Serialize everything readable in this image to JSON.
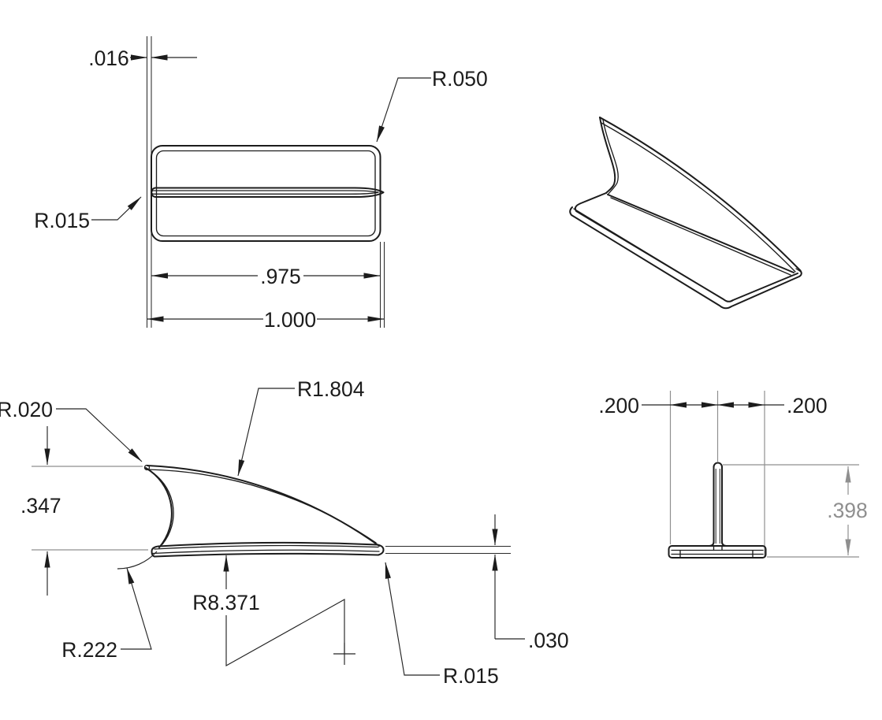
{
  "drawing": {
    "type": "cad-multiview-part-drawing",
    "part": "fin-on-base-plate",
    "colors": {
      "line": "#1c1c1c",
      "reference_dim": "#8f8f8f",
      "background": "#ffffff"
    },
    "views": {
      "top": {
        "label": "top-view",
        "dims": {
          "fin_overhang": ".016",
          "corner_radius": "R.050",
          "fin_tip_radius": "R.015",
          "base_length": ".975",
          "overall_length": "1.000"
        }
      },
      "iso": {
        "label": "isometric-view"
      },
      "side": {
        "label": "side-view",
        "dims": {
          "tip_radius": "R.020",
          "trailing_edge_radius": "R1.804",
          "fin_height": ".347",
          "bottom_radius": "R8.371",
          "leading_edge_radius": "R.222",
          "base_thickness": ".030",
          "corner_radius": "R.015"
        }
      },
      "front": {
        "label": "front-view",
        "dims": {
          "left_half_width": ".200",
          "right_half_width": ".200",
          "overall_height": ".398"
        }
      }
    }
  }
}
